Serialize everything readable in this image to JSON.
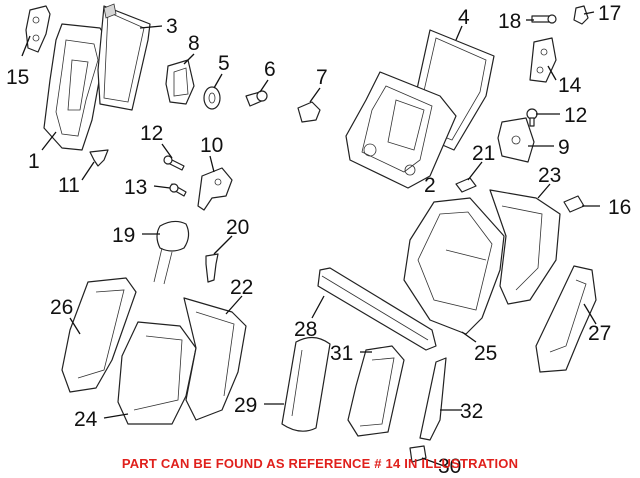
{
  "footer": {
    "note": "PART CAN BE FOUND AS REFERENCE # 14 IN ILLUSTRATION",
    "color": "#e0201c"
  },
  "callouts": [
    {
      "id": "1",
      "label": "1"
    },
    {
      "id": "2",
      "label": "2"
    },
    {
      "id": "3",
      "label": "3"
    },
    {
      "id": "4",
      "label": "4"
    },
    {
      "id": "5",
      "label": "5"
    },
    {
      "id": "6",
      "label": "6"
    },
    {
      "id": "7",
      "label": "7"
    },
    {
      "id": "8",
      "label": "8"
    },
    {
      "id": "9",
      "label": "9"
    },
    {
      "id": "10",
      "label": "10"
    },
    {
      "id": "11",
      "label": "11"
    },
    {
      "id": "12a",
      "label": "12"
    },
    {
      "id": "12b",
      "label": "12"
    },
    {
      "id": "13",
      "label": "13"
    },
    {
      "id": "14",
      "label": "14"
    },
    {
      "id": "15",
      "label": "15"
    },
    {
      "id": "16",
      "label": "16"
    },
    {
      "id": "17",
      "label": "17"
    },
    {
      "id": "18",
      "label": "18"
    },
    {
      "id": "19",
      "label": "19"
    },
    {
      "id": "20",
      "label": "20"
    },
    {
      "id": "21",
      "label": "21"
    },
    {
      "id": "22",
      "label": "22"
    },
    {
      "id": "23",
      "label": "23"
    },
    {
      "id": "24",
      "label": "24"
    },
    {
      "id": "25",
      "label": "25"
    },
    {
      "id": "26",
      "label": "26"
    },
    {
      "id": "27",
      "label": "27"
    },
    {
      "id": "28",
      "label": "28"
    },
    {
      "id": "29",
      "label": "29"
    },
    {
      "id": "30",
      "label": "30"
    },
    {
      "id": "31",
      "label": "31"
    },
    {
      "id": "32",
      "label": "32"
    }
  ]
}
